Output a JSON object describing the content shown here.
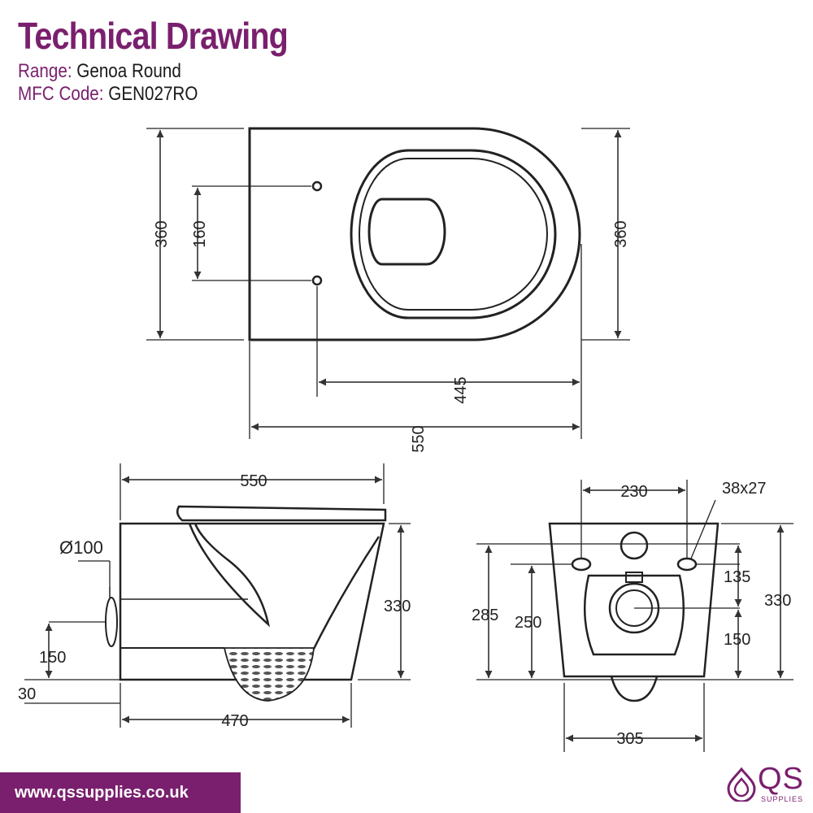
{
  "header": {
    "title": "Technical Drawing",
    "range_label": "Range:",
    "range_value": "Genoa Round",
    "code_label": "MFC Code:",
    "code_value": "GEN027RO"
  },
  "dimensions": {
    "top_view": {
      "depth_left": "360",
      "hole_spacing": "160",
      "depth_right": "360",
      "fixing_to_front": "445",
      "overall_length": "550"
    },
    "side_view": {
      "length": "550",
      "outlet_diameter": "Ø100",
      "outlet_height": "150",
      "outlet_drop": "30",
      "base_length": "470",
      "height": "330"
    },
    "rear_view": {
      "fixing_spacing": "230",
      "fixing_hole_size": "38x27",
      "upper_offset": "135",
      "overall_height": "330",
      "lower_offset": "150",
      "fixing_height": "285",
      "outlet_height": "250",
      "base_width": "305"
    }
  },
  "footer": {
    "url": "www.qssupplies.co.uk"
  },
  "brand": {
    "name": "QS",
    "subtitle": "SUPPLIES",
    "color": "#7a1f6e"
  }
}
